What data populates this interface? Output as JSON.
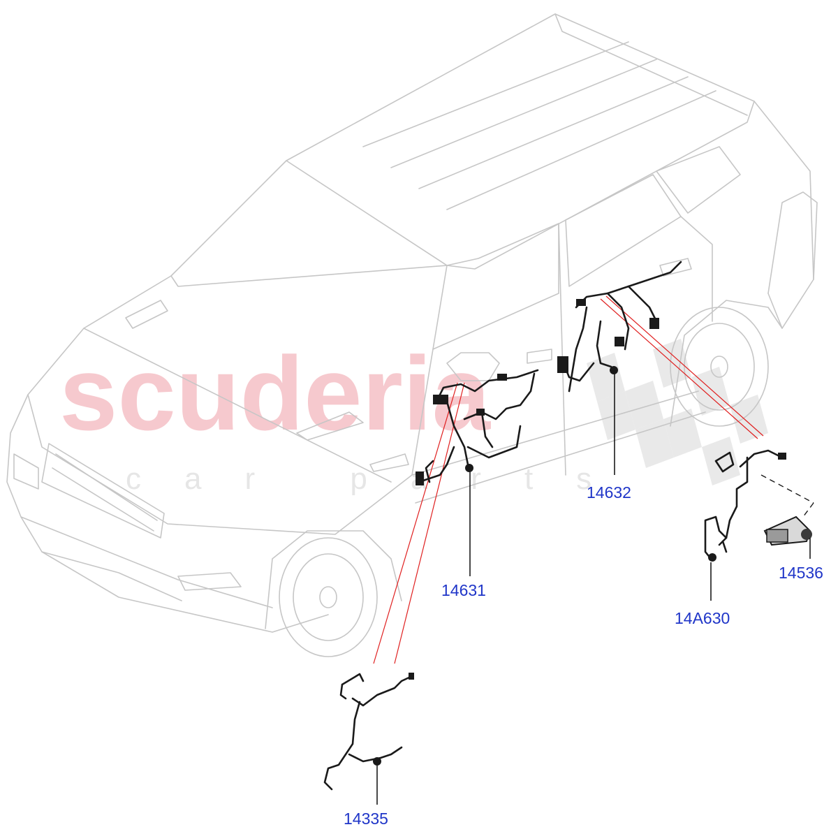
{
  "watermark": {
    "brand": "scuderia",
    "tagline": "car parts"
  },
  "callouts": [
    {
      "id": "p14631",
      "label": "14631"
    },
    {
      "id": "p14632",
      "label": "14632"
    },
    {
      "id": "p14536",
      "label": "14536"
    },
    {
      "id": "p14A630",
      "label": "14A630"
    },
    {
      "id": "p14335",
      "label": "14335"
    }
  ],
  "colors": {
    "callout_text": "#1f35c8",
    "zoom_lines": "#e02020",
    "car_outline": "#c6c6c6",
    "wiring": "#1a1a1a"
  }
}
